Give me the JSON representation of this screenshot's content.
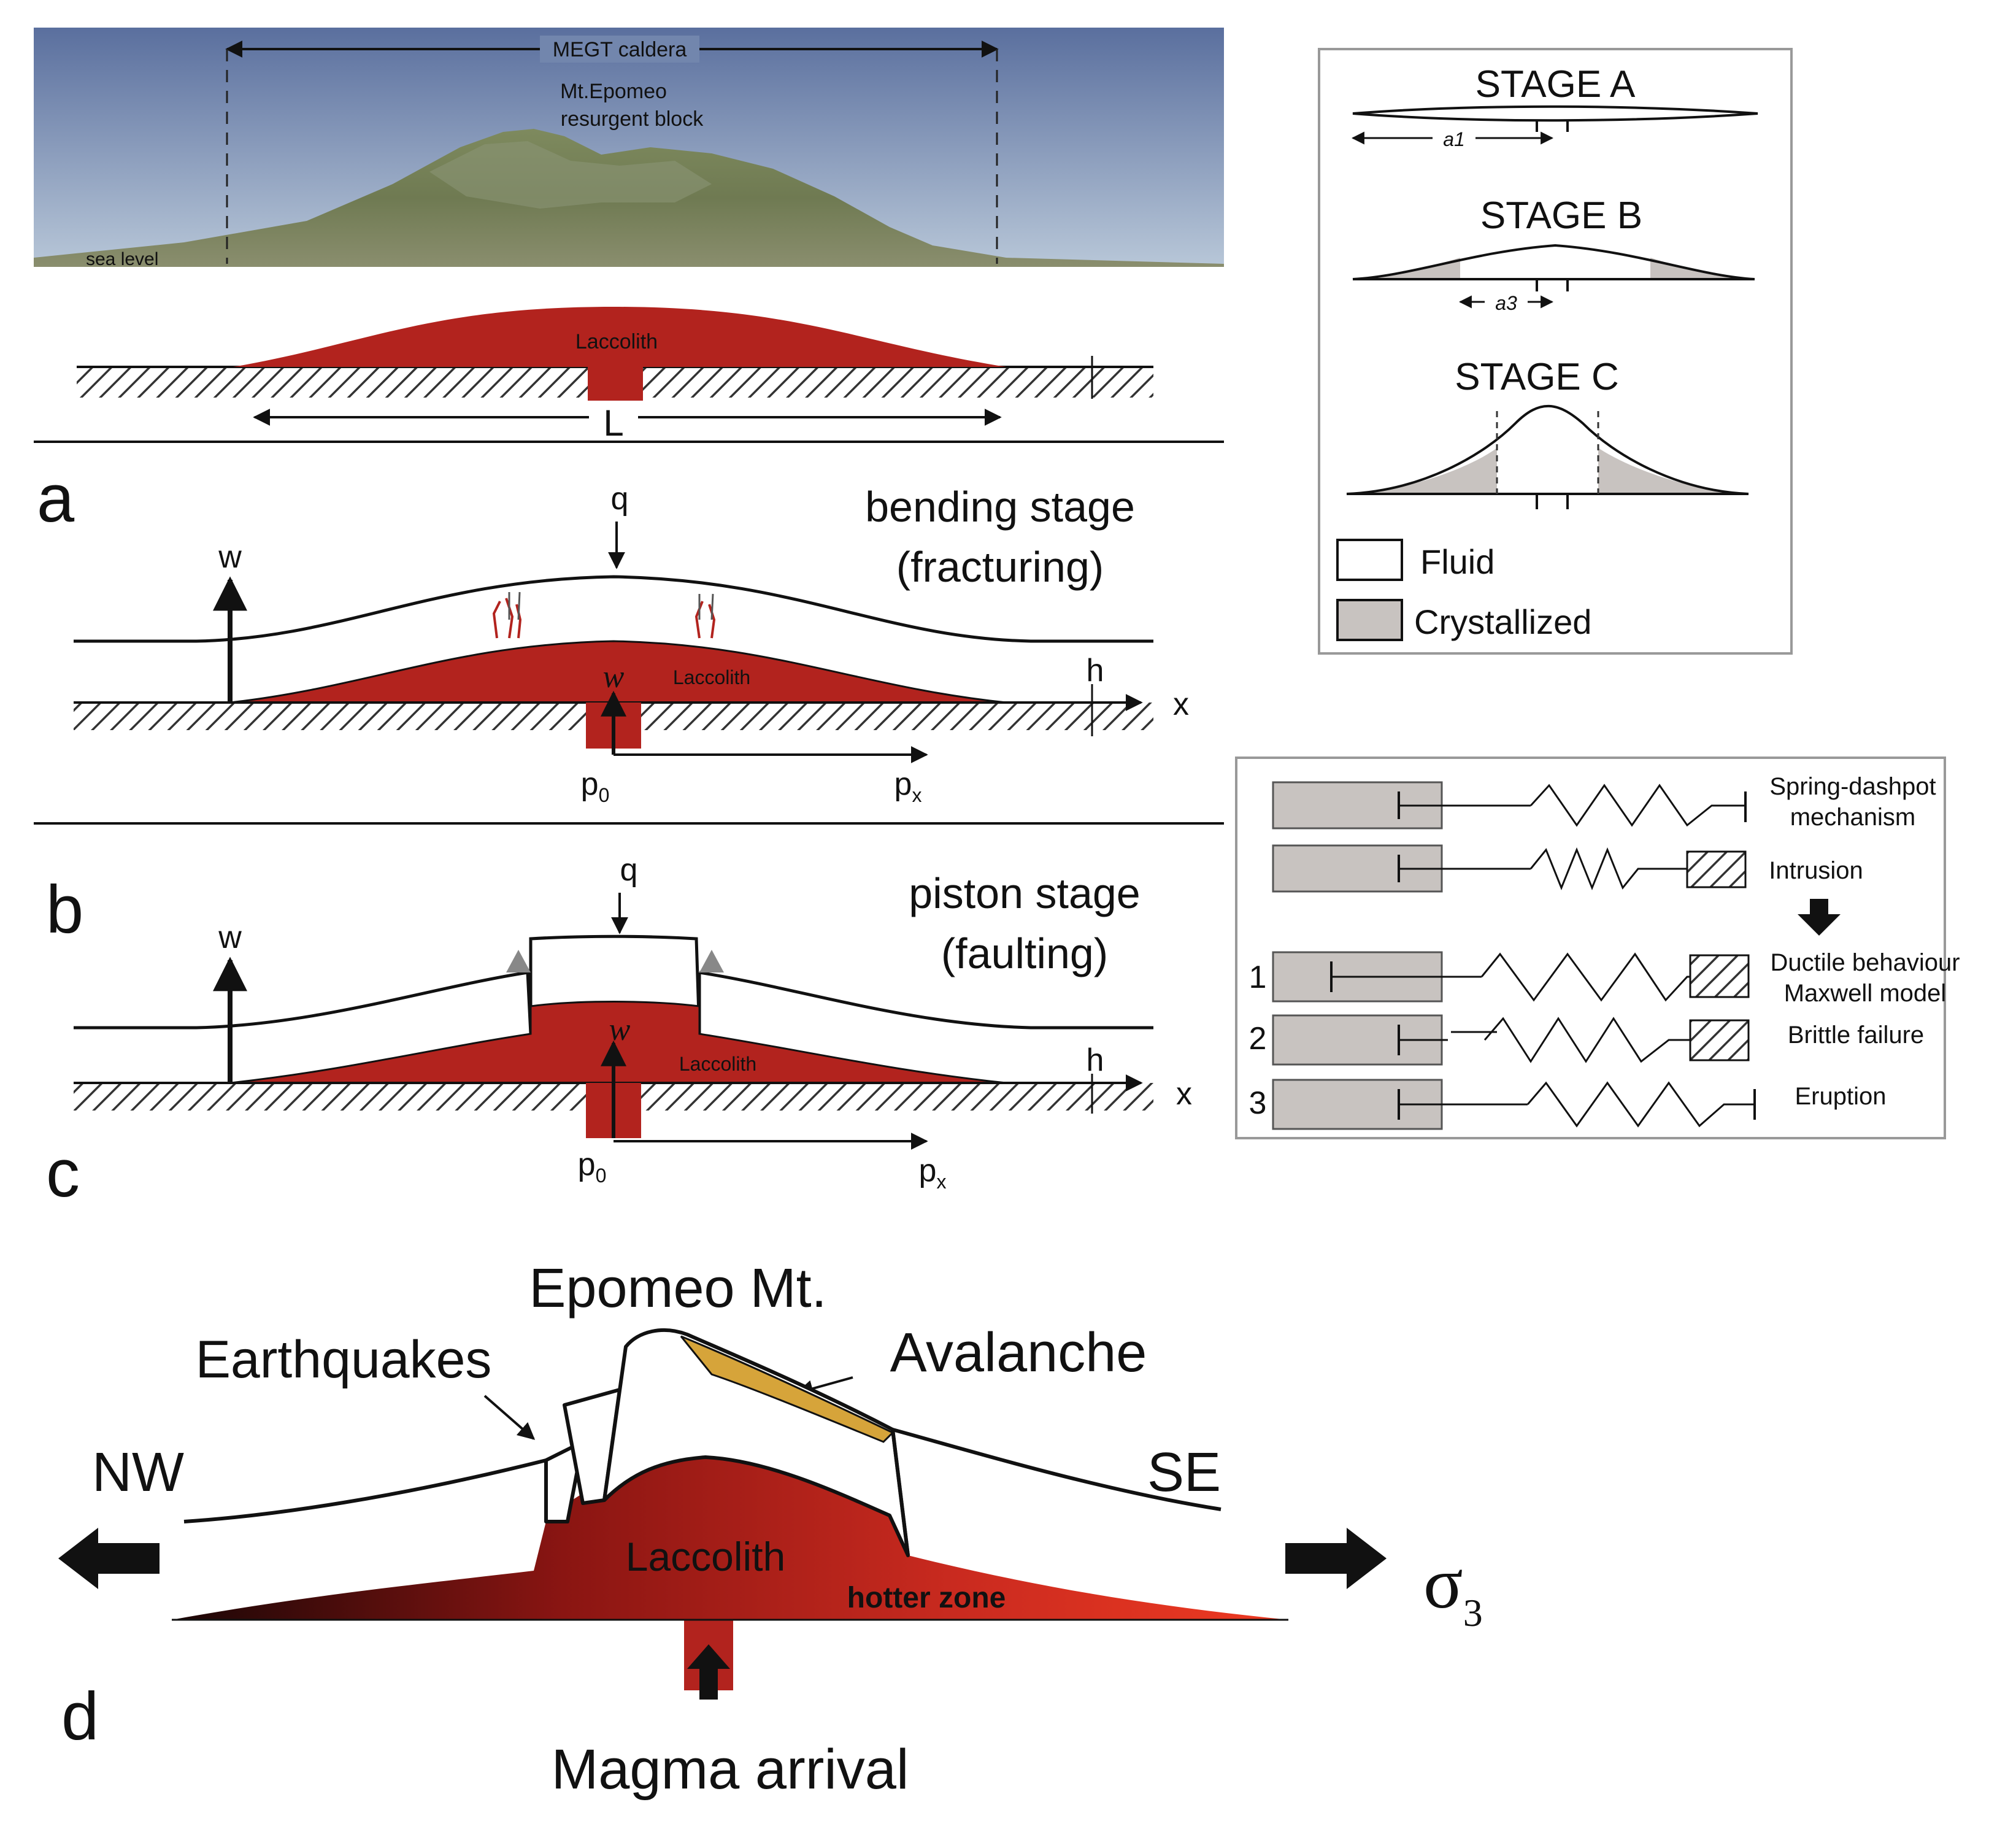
{
  "photo": {
    "caldera_label": "MEGT caldera",
    "mt_label_1": "Mt.Epomeo",
    "mt_label_2": "resurgent block",
    "sea_level": "sea level"
  },
  "top_model": {
    "laccolith": "Laccolith",
    "length": "L"
  },
  "panel_a": {
    "letter": "a",
    "stage_1": "bending stage",
    "stage_2": "(fracturing)",
    "q": "q",
    "w_axis": "w",
    "w_mid": "w",
    "laccolith": "Laccolith",
    "h": "h",
    "x": "x",
    "p0": "p",
    "p0_sub": "0",
    "px": "p",
    "px_sub": "x"
  },
  "panel_b": {
    "letter": "b"
  },
  "panel_c": {
    "letter": "c",
    "stage_1": "piston stage",
    "stage_2": "(faulting)",
    "q": "q",
    "w_axis": "w",
    "w_mid": "w",
    "laccolith": "Laccolith",
    "h": "h",
    "x": "x",
    "p0": "p",
    "p0_sub": "0",
    "px": "p",
    "px_sub": "x"
  },
  "stages": {
    "a_title": "STAGE A",
    "a_dim": "a1",
    "b_title": "STAGE B",
    "b_dim": "a3",
    "c_title": "STAGE C",
    "legend_fluid": "Fluid",
    "legend_crystallized": "Crystallized"
  },
  "mechanism": {
    "title_1": "Spring-dashpot",
    "title_2": "mechanism",
    "intrusion": "Intrusion",
    "n1": "1",
    "ductile_1": "Ductile behaviour",
    "ductile_2": "Maxwell model",
    "n2": "2",
    "brittle": "Brittle failure",
    "n3": "3",
    "eruption": "Eruption"
  },
  "panel_d": {
    "letter": "d",
    "epomeo": "Epomeo Mt.",
    "earthquakes": "Earthquakes",
    "avalanche": "Avalanche",
    "nw": "NW",
    "se": "SE",
    "laccolith": "Laccolith",
    "hotter_zone": "hotter zone",
    "sigma": "σ",
    "sigma_sub": "3",
    "magma": "Magma arrival"
  },
  "colors": {
    "laccolith_red": "#b2231e",
    "crystallized_gray": "#c8c3c0",
    "avalanche_orange": "#d6a43a",
    "sky_top": "#5e74a3",
    "mountain_green": "#6f7d55"
  }
}
